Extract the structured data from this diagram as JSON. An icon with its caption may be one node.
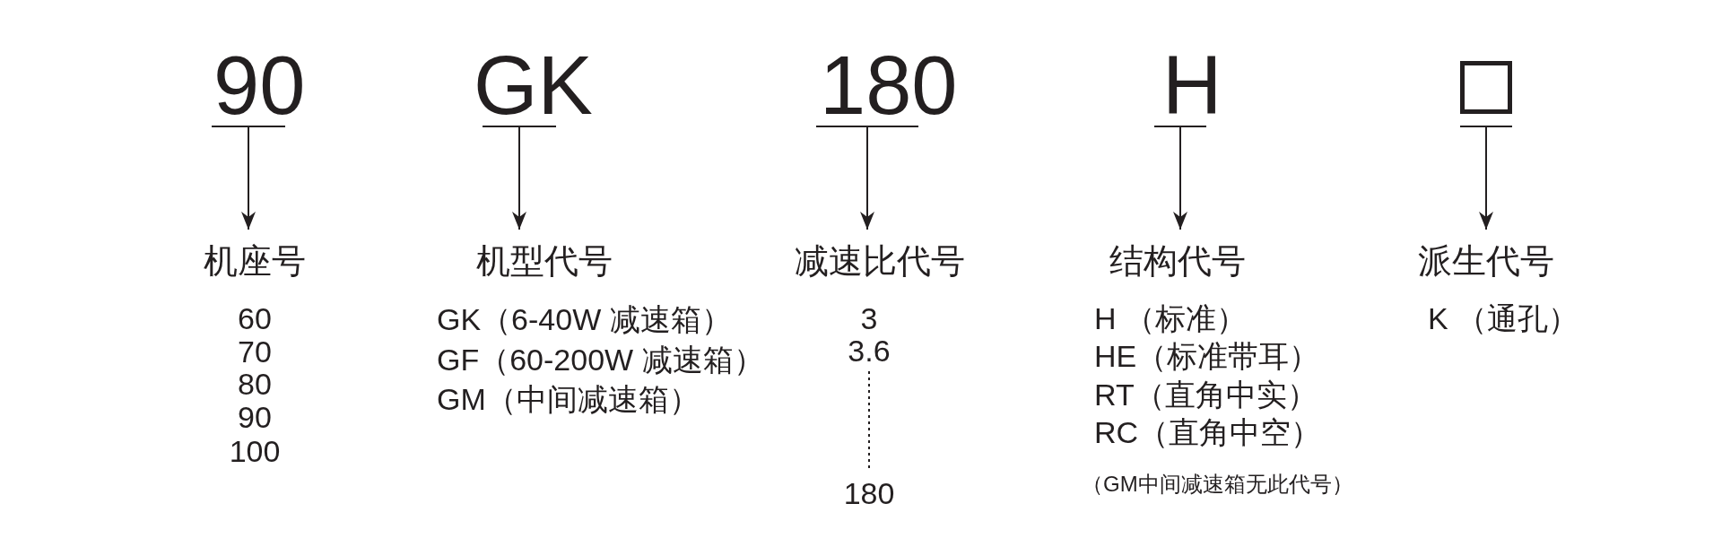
{
  "diagram": {
    "nodes": [
      {
        "text": [
          "90"
        ]
      },
      {
        "text": [
          "GK"
        ]
      },
      {
        "text": [
          "180"
        ]
      },
      {
        "text": [
          "H"
        ]
      },
      {
        "text": [],
        "shape": "box"
      },
      {
        "text": [
          "机座号"
        ],
        "beside": [
          "60",
          "70",
          "80",
          "90",
          "100"
        ]
      },
      {
        "text": [
          "机型代号"
        ],
        "beside": [
          "GK（6-40W 减速箱）",
          "GF（60-200W 减速箱）",
          "GM（中间减速箱）"
        ]
      },
      {
        "text": [
          "减速比代号"
        ],
        "beside": [
          "3",
          "3.6",
          "180"
        ]
      },
      {
        "text": [
          "结构代号"
        ],
        "beside": [
          "H （标准）",
          "HE（标准带耳）",
          "RT（直角中实）",
          "RC（直角中空）",
          "（GM中间减速箱无此代号）"
        ]
      },
      {
        "text": [
          "派生代号"
        ],
        "beside": [
          "K （通孔）"
        ]
      }
    ],
    "edges": [
      {
        "from": 0,
        "to": 5,
        "arrow": "to"
      },
      {
        "from": 1,
        "to": 6,
        "arrow": "to"
      },
      {
        "from": 2,
        "to": 7,
        "arrow": "to"
      },
      {
        "from": 3,
        "to": 8,
        "arrow": "to"
      },
      {
        "from": 4,
        "to": 9,
        "arrow": "to"
      }
    ]
  }
}
